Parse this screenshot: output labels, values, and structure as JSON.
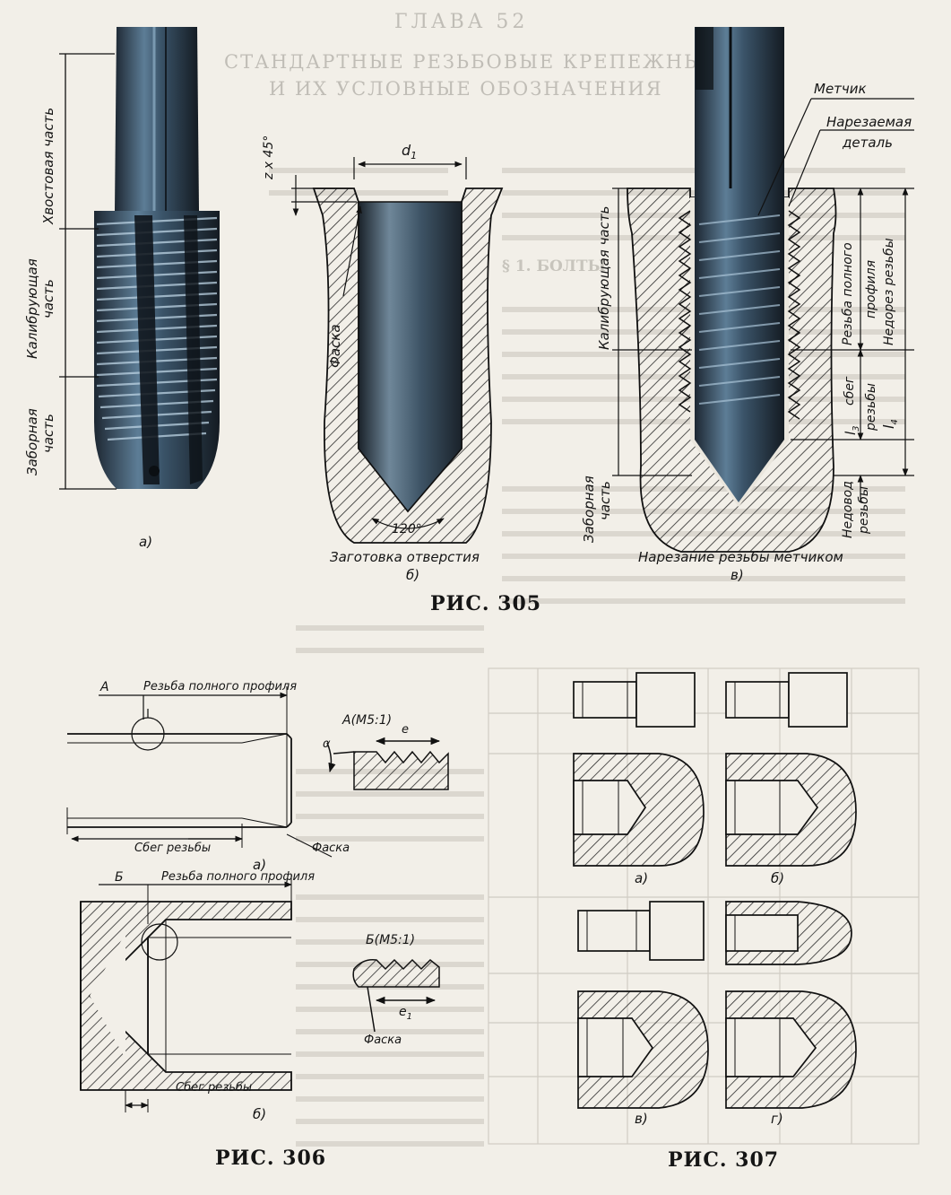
{
  "background_text": {
    "heading": "ГЛАВА 52",
    "title_1": "СТАНДАРТНЫЕ РЕЗЬБОВЫЕ КРЕПЕЖНЫЕ",
    "title_2": "И ИХ УСЛОВНЫЕ ОБОЗНАЧЕНИЯ",
    "section": "§ 1. БОЛТЫ"
  },
  "fig305": {
    "caption": "РИС. 305",
    "a": {
      "tail": "Хвостовая часть",
      "calibrating_1": "Калибрующая",
      "calibrating_2": "часть",
      "intake_1": "Заборная",
      "intake_2": "часть",
      "sub": "а)"
    },
    "b": {
      "chamfer_dim": "z x 45°",
      "d1": "d",
      "d1_sub": "1",
      "facet": "Фаска",
      "angle": "120°",
      "caption": "Заготовка отверстия",
      "sub": "б)"
    },
    "v": {
      "tap": "Метчик",
      "part_1": "Нарезаемая",
      "part_2": "деталь",
      "calibrating": "Калибрующая часть",
      "intake_1": "Заборная",
      "intake_2": "часть",
      "full_1": "Резьба полного",
      "full_2": "профиля",
      "undercut": "Недорез резьбы",
      "l3": "l",
      "l3_sub": "3",
      "runout_1": "сбег",
      "runout_2": "резьбы",
      "l4": "l",
      "l4_sub": "4",
      "under_1": "Недовод",
      "under_2": "резьбы",
      "caption": "Нарезание резьбы метчиком",
      "sub": "в)"
    }
  },
  "fig306": {
    "caption": "РИС. 306",
    "a": {
      "mark": "A",
      "full": "Резьба полного профиля",
      "detail": "A(M5:1)",
      "e": "e",
      "alpha": "α",
      "runout": "Сбег резьбы",
      "facet": "Фаска",
      "sub": "а)"
    },
    "b": {
      "mark": "Б",
      "full": "Резьба полного профиля",
      "detail": "Б(M5:1)",
      "e1": "e",
      "e1_sub": "1",
      "facet": "Фаска",
      "runout": "Сбег резьбы",
      "sub": "б)"
    }
  },
  "fig307": {
    "caption": "РИС. 307",
    "subs": [
      "а)",
      "б)",
      "в)",
      "г)"
    ]
  }
}
